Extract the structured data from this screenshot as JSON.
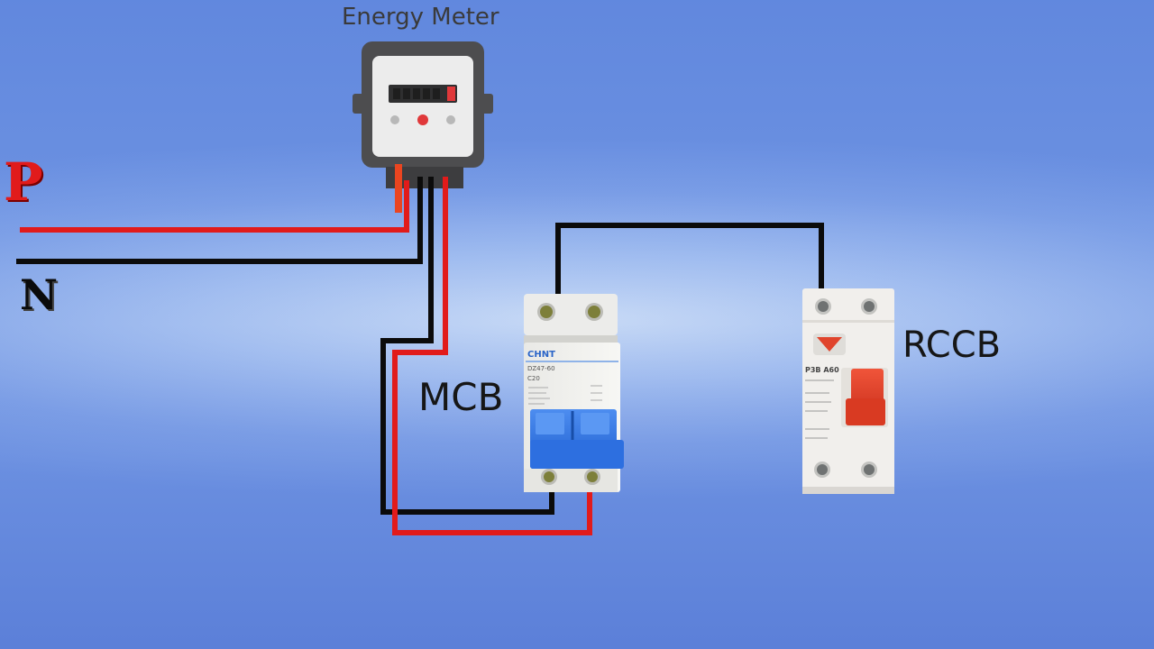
{
  "diagram": {
    "title": "Energy Meter",
    "phase_label": "P",
    "neutral_label": "N",
    "mcb_label": "MCB",
    "rccb_label": "RCCB",
    "mcb_brand": "CHNT",
    "mcb_model": "DZ47-60",
    "mcb_rating": "C20",
    "rccb_model": "P3B A60"
  },
  "colors": {
    "phase_wire": "#e11b1b",
    "neutral_wire": "#0b0b0b",
    "mcb_toggle": "#2d6fe0",
    "rccb_toggle": "#e53a24",
    "meter_body": "#4d4d4f"
  }
}
